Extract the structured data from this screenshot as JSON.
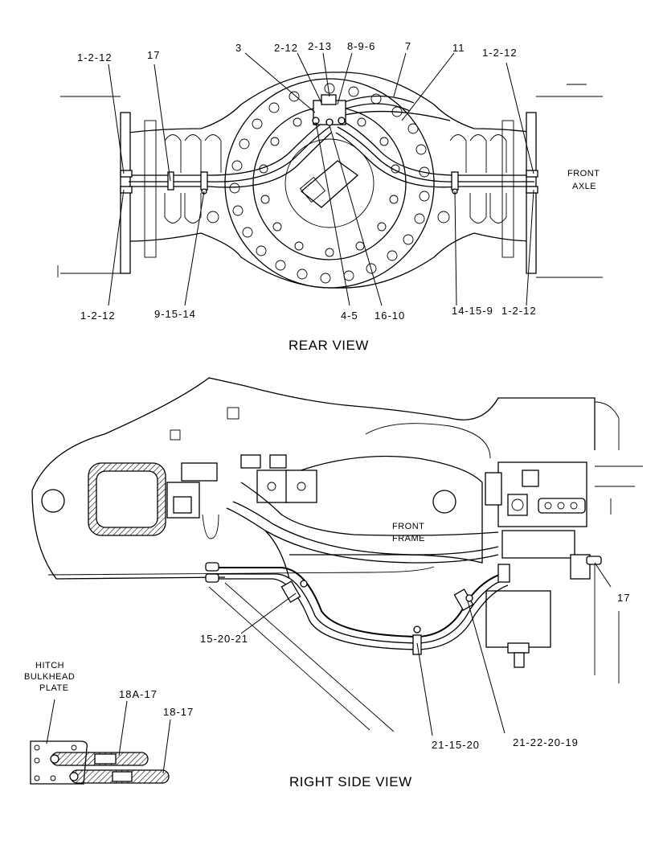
{
  "rear_view": {
    "title": "REAR VIEW",
    "note_front_axle_line1": "FRONT",
    "note_front_axle_line2": "AXLE",
    "callouts": {
      "top_left_1_2_12": "1-2-12",
      "top_17": "17",
      "top_3": "3",
      "top_2_12": "2-12",
      "top_2_13": "2-13",
      "top_8_9_6": "8-9-6",
      "top_7": "7",
      "top_11": "11",
      "top_right_1_2_12": "1-2-12",
      "bottom_left_1_2_12": "1-2-12",
      "bottom_9_15_14": "9-15-14",
      "bottom_4_5": "4-5",
      "bottom_16_10": "16-10",
      "bottom_14_15_9": "14-15-9",
      "bottom_right_1_2_12": "1-2-12"
    }
  },
  "right_side_view": {
    "title": "RIGHT SIDE VIEW",
    "note_front_frame_line1": "FRONT",
    "note_front_frame_line2": "FRAME",
    "note_hitch_line1": "HITCH",
    "note_hitch_line2": "BULKHEAD",
    "note_hitch_line3": "PLATE",
    "callouts": {
      "c_17": "17",
      "c_15_20_21": "15-20-21",
      "c_18a_17": "18A-17",
      "c_18_17": "18-17",
      "c_21_15_20": "21-15-20",
      "c_21_22_20_19": "21-22-20-19"
    }
  }
}
